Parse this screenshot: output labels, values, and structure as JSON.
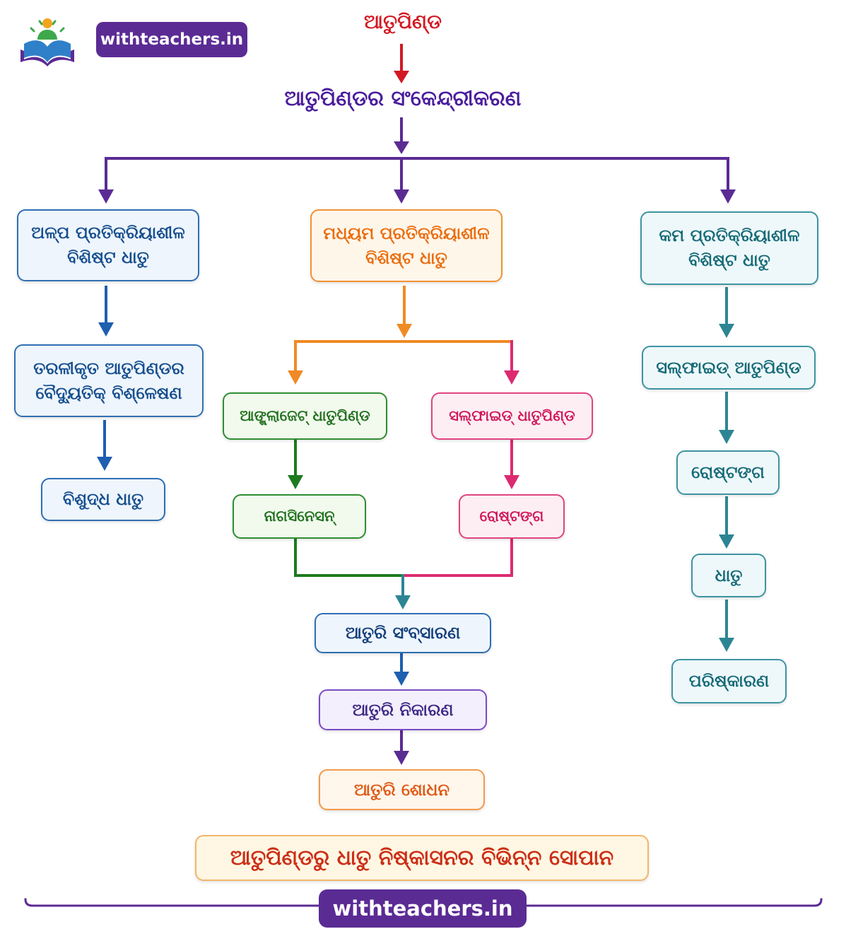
{
  "brand": {
    "logo_text": "withteachers.in",
    "footer_badge": "withteachers.in"
  },
  "title": "ଆତୁପିଣ୍ଡ",
  "subtitle": "ଆତୁପିଣ୍ଡର ସଂକେନ୍ଦ୍ରୀକରଣ",
  "left_branch": {
    "head_line1": "ଅଳ୍ପ ପ୍ରତିକ୍ରିୟାଶୀଳ",
    "head_line2": "ବିଶିଷ୍ଟ ଧାତୁ",
    "step1_line1": "ତରଳୀକୃତ ଆତୁପିଣ୍ଡର",
    "step1_line2": "ବୈଦ୍ୟୁତିକ୍ ବିଶ୍ଳେଷଣ",
    "step2": "ବିଶୁଦ୍ଧ ଧାତୁ"
  },
  "middle_branch": {
    "head_line1": "ମଧ୍ୟମ ପ୍ରତିକ୍ରିୟାଶୀଳ",
    "head_line2": "ବିଶିଷ୍ଟ ଧାତୁ",
    "left_sub": "ଆଙ୍ଗ୍ଲାଜେଟ୍ ଧାତୁପିଣ୍ଡ",
    "left_sub_step": "ନାଗସିନେସନ୍",
    "right_sub": "ସଲ୍‌ଫାଇଡ୍ ଧାତୁପିଣ୍ଡ",
    "right_sub_step": "ରୋଷ୍ଟଙ୍ଗ",
    "merge_step1": "ଆତୁରି ସଂବ୍ସାରଣ",
    "merge_step2": "ଆତୁରି ନିକାରଣ",
    "merge_step3": "ଆତୁରି ଶୋଧନ"
  },
  "right_branch": {
    "head_line1": "କମ ପ୍ରତିକ୍ରିୟାଶୀଳ",
    "head_line2": "ବିଶିଷ୍ଟ ଧାତୁ",
    "step1": "ସଲ୍‌ଫାଇଡ୍ ଆତୁପିଣ୍ଡ",
    "step2": "ରୋଷ୍ଟଙ୍ଗ",
    "step3": "ଧାତୁ",
    "step4": "ପରିଷ୍କାରଣ"
  },
  "footer_caption": "ଆତୁପିଣ୍ଡରୁ ଧାତୁ ନିଷ୍କାସନର ବିଭିନ୍ନ ସୋପାନ",
  "colors": {
    "red": "#d21a24",
    "purple": "#5b2b94",
    "blue": "#1f5fb0",
    "orange": "#f08a24",
    "teal": "#2d8593",
    "green": "#1e7a1f",
    "pink": "#dc2b70"
  }
}
